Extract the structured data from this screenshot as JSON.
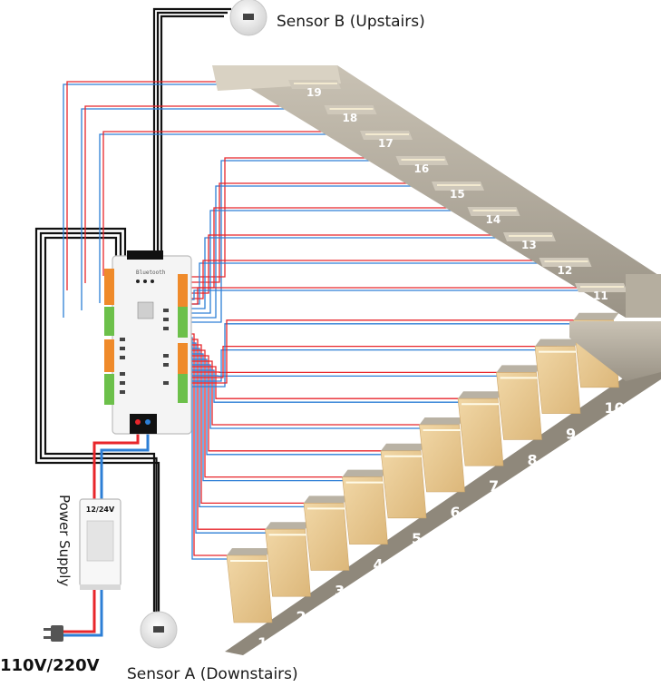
{
  "labels": {
    "sensor_b": "Sensor B (Upstairs)",
    "sensor_a": "Sensor A (Downstairs)",
    "power_supply": "Power Supply",
    "voltage": "12/24V",
    "mains": "110V/220V"
  },
  "lower_steps": [
    "1",
    "2",
    "3",
    "4",
    "5",
    "6",
    "7",
    "8",
    "9",
    "10"
  ],
  "upper_steps": [
    "11",
    "12",
    "13",
    "14",
    "15",
    "16",
    "17",
    "18",
    "19"
  ],
  "colors": {
    "wire_red": "#e8262b",
    "wire_blue": "#2d7fd6",
    "wire_black": "#111111",
    "stone": "#b9b2a4",
    "stone_dark": "#8d8678",
    "wood": "#e9c98f",
    "terminal_orange": "#ef8a2a",
    "terminal_green": "#6cc04a"
  }
}
